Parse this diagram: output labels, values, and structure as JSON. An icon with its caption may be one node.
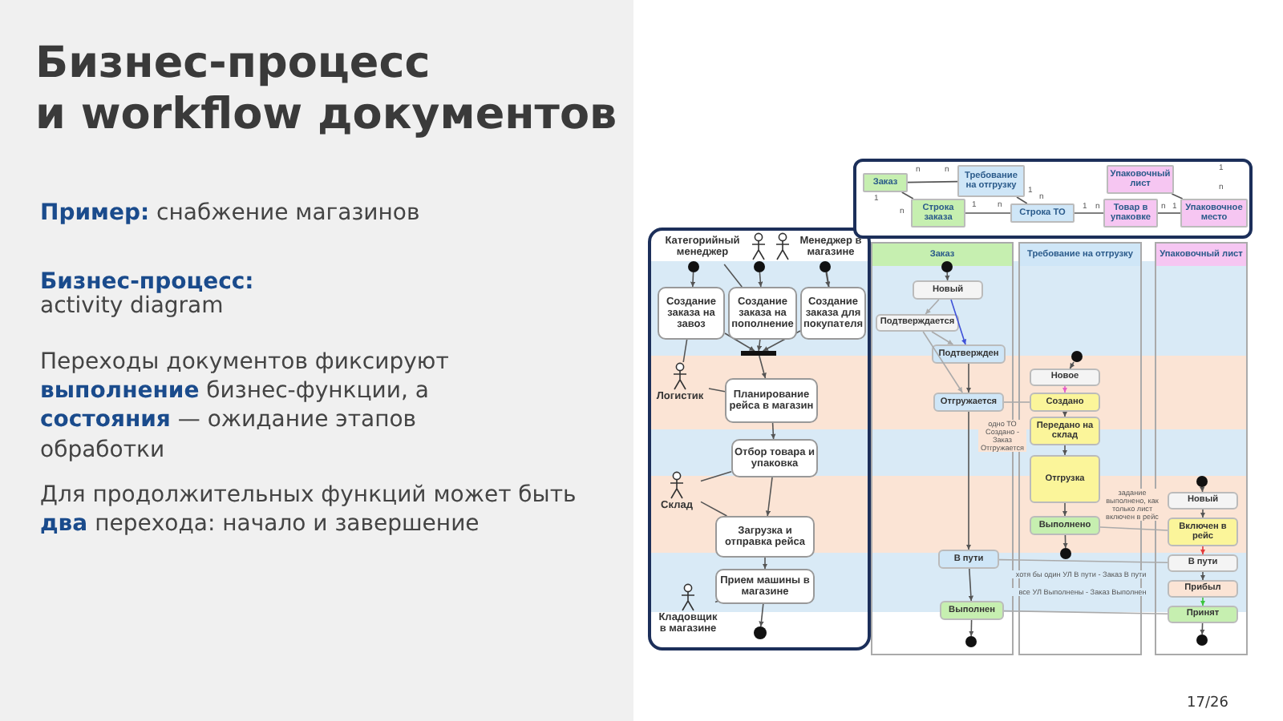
{
  "diagram": {
    "title": "Бизнес-процесс и workflow документов",
    "nodes": [
      {
        "text": [
          "Категорийный менеджер"
        ]
      },
      {
        "text": [
          "Менеджер в магазине"
        ]
      },
      {
        "text": [],
        "shape": "circle"
      },
      {
        "text": [],
        "shape": "circle"
      },
      {
        "text": [],
        "shape": "circle"
      },
      {
        "text": [
          "Создание заказа на завоз"
        ]
      },
      {
        "text": [
          "Создание заказа на пополнение"
        ]
      },
      {
        "text": [
          "Создание заказа для покупателя"
        ]
      },
      {
        "text": [],
        "shape": "bar"
      },
      {
        "text": [
          "Логистик"
        ]
      },
      {
        "text": [
          "Планирование рейса в магазин"
        ]
      },
      {
        "text": [
          "Отбор товара и упаковка"
        ]
      },
      {
        "text": [
          "Склад"
        ]
      },
      {
        "text": [
          "Загрузка и отправка рейса"
        ]
      },
      {
        "text": [
          "Прием машины в магазине"
        ]
      },
      {
        "text": [
          "Кладовщик в магазине"
        ]
      },
      {
        "text": [],
        "shape": "circle"
      },
      {
        "text": [
          "Заказ"
        ]
      },
      {
        "text": [
          "Требование на отгрузку"
        ]
      },
      {
        "text": [
          "Упаковочный лист"
        ]
      },
      {
        "text": [
          "Строка заказа"
        ]
      },
      {
        "text": [
          "Строка ТО"
        ]
      },
      {
        "text": [
          "Товар в упаковке"
        ]
      },
      {
        "text": [
          "Упаковочное место"
        ]
      },
      {
        "text": [
          "Заказ"
        ]
      },
      {
        "text": [],
        "shape": "circle",
        "in": 24
      },
      {
        "text": [
          "Новый"
        ],
        "in": 24
      },
      {
        "text": [
          "Подтверждается"
        ],
        "in": 24
      },
      {
        "text": [
          "Подтвержден"
        ],
        "in": 24
      },
      {
        "text": [
          "Отгружается"
        ],
        "in": 24
      },
      {
        "text": [
          "В пути"
        ],
        "in": 24
      },
      {
        "text": [
          "Выполнен"
        ],
        "in": 24
      },
      {
        "text": [],
        "shape": "circle",
        "in": 24
      },
      {
        "text": [
          "Требование на отгрузку"
        ]
      },
      {
        "text": [],
        "shape": "circle",
        "in": 33
      },
      {
        "text": [
          "Новое"
        ],
        "in": 33
      },
      {
        "text": [
          "Создано"
        ],
        "in": 33
      },
      {
        "text": [
          "Передано на склад"
        ],
        "in": 33
      },
      {
        "text": [
          "Отгрузка"
        ],
        "in": 33
      },
      {
        "text": [
          "Выполнено"
        ],
        "in": 33
      },
      {
        "text": [],
        "shape": "circle",
        "in": 33
      },
      {
        "text": [
          "Упаковочный лист"
        ]
      },
      {
        "text": [],
        "shape": "circle",
        "in": 41
      },
      {
        "text": [
          "Новый"
        ],
        "in": 41
      },
      {
        "text": [
          "Включен в рейс"
        ],
        "in": 41
      },
      {
        "text": [
          "В пути"
        ],
        "in": 41
      },
      {
        "text": [
          "Прибыл"
        ],
        "in": 41
      },
      {
        "text": [
          "Принят"
        ],
        "in": 41
      },
      {
        "text": [],
        "shape": "circle",
        "in": 41
      }
    ],
    "edges": [
      {
        "from": 2,
        "to": 5,
        "arrow": "to"
      },
      {
        "from": 3,
        "to": 6,
        "arrow": "to"
      },
      {
        "from": 4,
        "to": 7,
        "arrow": "to"
      },
      {
        "from": 0,
        "to": 6,
        "arrow": "none"
      },
      {
        "from": 1,
        "to": 7,
        "arrow": "none"
      },
      {
        "from": 9,
        "to": 5,
        "arrow": "none"
      },
      {
        "from": 9,
        "to": 10,
        "arrow": "none"
      },
      {
        "from": 5,
        "to": 8,
        "arrow": "to"
      },
      {
        "from": 6,
        "to": 8,
        "arrow": "to"
      },
      {
        "from": 7,
        "to": 8,
        "arrow": "to"
      },
      {
        "from": 8,
        "to": 10,
        "arrow": "to"
      },
      {
        "from": 10,
        "to": 11,
        "arrow": "to"
      },
      {
        "from": 11,
        "to": 13,
        "arrow": "to"
      },
      {
        "from": 12,
        "to": 11,
        "arrow": "none"
      },
      {
        "from": 12,
        "to": 13,
        "arrow": "none"
      },
      {
        "from": 13,
        "to": 14,
        "arrow": "to"
      },
      {
        "from": 15,
        "to": 14,
        "arrow": "none"
      },
      {
        "from": 14,
        "to": 16,
        "arrow": "to"
      },
      {
        "from": 17,
        "to": 18,
        "arrow": "none"
      },
      {
        "from": 17,
        "to": 20,
        "arrow": "none"
      },
      {
        "from": 18,
        "to": 21,
        "arrow": "none"
      },
      {
        "from": 20,
        "to": 21,
        "arrow": "none"
      },
      {
        "from": 21,
        "to": 22,
        "arrow": "none"
      },
      {
        "from": 22,
        "to": 23,
        "arrow": "none"
      },
      {
        "from": 19,
        "to": 23,
        "arrow": "none"
      },
      {
        "from": 25,
        "to": 26,
        "arrow": "to"
      },
      {
        "from": 26,
        "to": 28,
        "arrow": "to",
        "color": "#3f51d8"
      },
      {
        "from": 26,
        "to": 27,
        "arrow": "to",
        "color": "#aaaaaa"
      },
      {
        "from": 27,
        "to": 28,
        "arrow": "to",
        "color": "#aaaaaa"
      },
      {
        "from": 27,
        "to": 29,
        "arrow": "to",
        "color": "#aaaaaa"
      },
      {
        "from": 28,
        "to": 29,
        "arrow": "to"
      },
      {
        "from": 29,
        "to": 30,
        "arrow": "to"
      },
      {
        "from": 30,
        "to": 31,
        "arrow": "to"
      },
      {
        "from": 31,
        "to": 32,
        "arrow": "to"
      },
      {
        "from": 34,
        "to": 35,
        "arrow": "to"
      },
      {
        "from": 35,
        "to": 36,
        "arrow": "to",
        "color": "#e65fc8"
      },
      {
        "from": 36,
        "to": 37,
        "arrow": "to"
      },
      {
        "from": 37,
        "to": 38,
        "arrow": "to"
      },
      {
        "from": 38,
        "to": 39,
        "arrow": "to"
      },
      {
        "from": 39,
        "to": 40,
        "arrow": "to"
      },
      {
        "from": 42,
        "to": 43,
        "arrow": "to"
      },
      {
        "from": 43,
        "to": 44,
        "arrow": "to"
      },
      {
        "from": 44,
        "to": 45,
        "arrow": "to",
        "color": "#e23b3b"
      },
      {
        "from": 45,
        "to": 46,
        "arrow": "to"
      },
      {
        "from": 46,
        "to": 47,
        "arrow": "to",
        "color": "#3cc43c"
      },
      {
        "from": 47,
        "to": 48,
        "arrow": "to"
      },
      {
        "from": 36,
        "to": 29,
        "arrow": "none",
        "color": "#aaaaaa",
        "label": "одно ТО Создано - Заказ Отгружается"
      },
      {
        "from": 39,
        "to": 44,
        "arrow": "none",
        "color": "#aaaaaa",
        "label": "задание выполнено, как только лист включен в рейс"
      },
      {
        "from": 45,
        "to": 30,
        "arrow": "none",
        "color": "#aaaaaa",
        "label": "хотя бы один УЛ В пути - Заказ В пути"
      },
      {
        "from": 47,
        "to": 31,
        "arrow": "none",
        "color": "#aaaaaa",
        "label": "все УЛ Выполнены - Заказ Выполнен"
      }
    ],
    "labels": [
      "**Пример:** снабжение магазинов",
      "**Бизнес-процесс:**",
      "activity diagram",
      "Переходы документов фиксируют **выполнение** бизнес-функции, а **состояния** — ожидание этапов обработки",
      "Для продолжительных функций может быть **два** перехода: начало и завершение",
      "n",
      "n",
      "1",
      "n",
      "1",
      "n",
      "1",
      "n",
      "1",
      "n",
      "n",
      "1",
      "1",
      "n",
      "17/26"
    ]
  }
}
